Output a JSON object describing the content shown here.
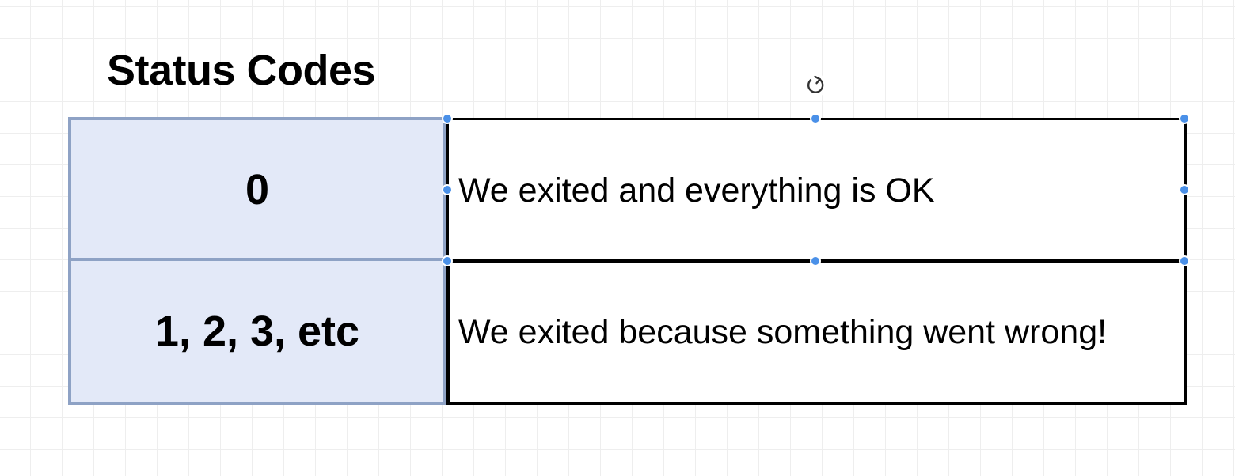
{
  "diagram": {
    "title": "Status Codes",
    "rows": [
      {
        "code": "0",
        "description": "We exited and everything is OK"
      },
      {
        "code": "1, 2, 3, etc",
        "description": "We exited because something went wrong!"
      }
    ]
  },
  "colors": {
    "key_fill": "#e3e9f8",
    "key_border": "#8ea2c5",
    "selection_handle": "#4a90e8"
  },
  "icons": {
    "rotate": "rotate-icon",
    "resize_handle": "resize-handle-icon"
  }
}
